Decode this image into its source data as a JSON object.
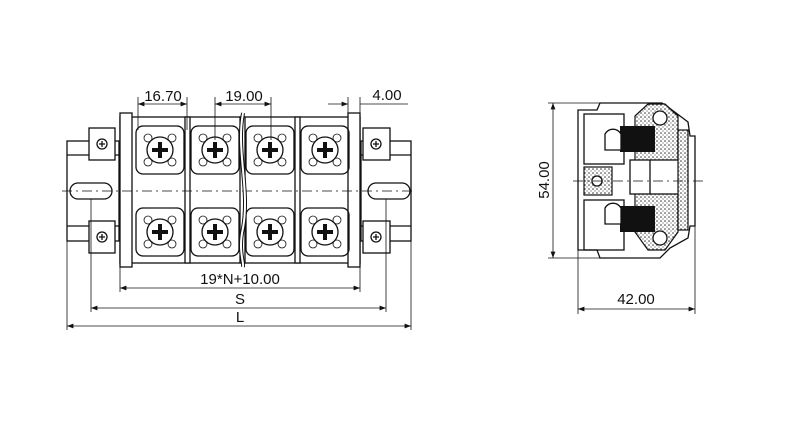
{
  "front_view": {
    "dimensions": {
      "pitch_first": "16.70",
      "pitch": "19.00",
      "end_plate": "4.00",
      "body_length": "19*N+10.00",
      "mounting_span": "S",
      "overall_length": "L"
    }
  },
  "side_view": {
    "dimensions": {
      "height": "54.00",
      "depth": "42.00"
    }
  }
}
